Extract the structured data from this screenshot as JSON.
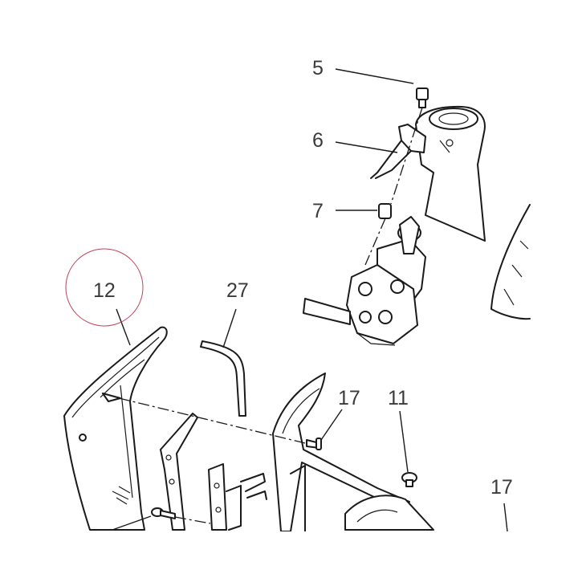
{
  "callouts": [
    {
      "id": "5",
      "label": "5"
    },
    {
      "id": "6",
      "label": "6"
    },
    {
      "id": "7",
      "label": "7"
    },
    {
      "id": "12",
      "label": "12"
    },
    {
      "id": "27",
      "label": "27"
    },
    {
      "id": "17a",
      "label": "17"
    },
    {
      "id": "11",
      "label": "11"
    },
    {
      "id": "17b",
      "label": "17"
    }
  ],
  "colors": {
    "line": "#1a1a1a",
    "label_text": "#3a3a3a",
    "highlight_circle": "#c0445a",
    "background": "#ffffff"
  }
}
